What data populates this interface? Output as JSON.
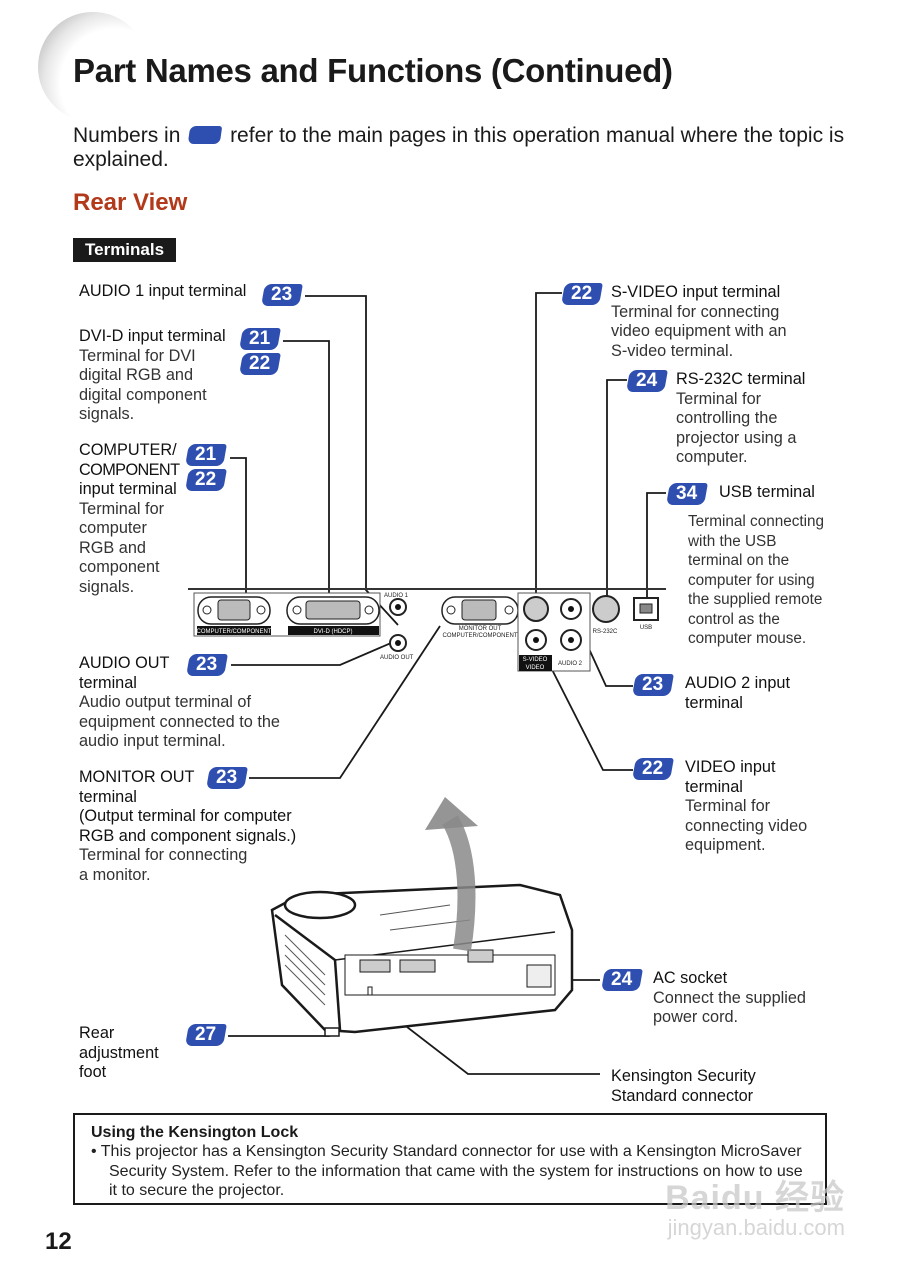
{
  "header": {
    "title": "Part Names and Functions (Continued)",
    "intro_before": "Numbers in",
    "intro_after": "refer to the main pages in this operation manual where the topic is explained."
  },
  "section": {
    "title": "Rear View",
    "subsection": "Terminals"
  },
  "colors": {
    "badge": "#2f4fb0",
    "section_title": "#b23a1a"
  },
  "labels": {
    "audio1": {
      "title": "AUDIO 1 input terminal",
      "pages": [
        "23"
      ]
    },
    "dvi": {
      "title": "DVI-D input terminal",
      "desc": [
        "Terminal for DVI",
        "digital RGB and",
        "digital component",
        "signals."
      ],
      "pages": [
        "21",
        "22"
      ]
    },
    "computer": {
      "title": [
        "COMPUTER/",
        "COMPONENT",
        "input terminal"
      ],
      "desc": [
        "Terminal for",
        "computer",
        "RGB and",
        "component",
        "signals."
      ],
      "pages": [
        "21",
        "22"
      ]
    },
    "audio_out": {
      "title": [
        "AUDIO OUT",
        "terminal"
      ],
      "desc": [
        "Audio output terminal of",
        "equipment connected to the",
        "audio input terminal."
      ],
      "pages": [
        "23"
      ]
    },
    "monitor_out": {
      "title": [
        "MONITOR OUT",
        "terminal",
        "(Output terminal for computer",
        "RGB and component signals.)"
      ],
      "desc": [
        "Terminal for connecting",
        "a monitor."
      ],
      "pages": [
        "23"
      ]
    },
    "svideo": {
      "title": "S-VIDEO input terminal",
      "desc": [
        "Terminal for connecting",
        "video equipment with an",
        "S-video terminal."
      ],
      "pages": [
        "22"
      ]
    },
    "rs232c": {
      "title": "RS-232C terminal",
      "desc": [
        "Terminal for",
        "controlling the",
        "projector using a",
        "computer."
      ],
      "pages": [
        "24"
      ]
    },
    "usb": {
      "title": "USB terminal",
      "desc": [
        "Terminal connecting",
        "with the USB",
        "terminal on the",
        "computer for using",
        "the supplied remote",
        "control as the",
        "computer mouse."
      ],
      "pages": [
        "34"
      ]
    },
    "audio2": {
      "title": [
        "AUDIO 2 input",
        "terminal"
      ],
      "pages": [
        "23"
      ]
    },
    "video": {
      "title": [
        "VIDEO input",
        "terminal"
      ],
      "desc": [
        "Terminal for",
        "connecting video",
        "equipment."
      ],
      "pages": [
        "22"
      ]
    },
    "ac": {
      "title": "AC socket",
      "desc": [
        "Connect the supplied",
        "power cord."
      ],
      "pages": [
        "24"
      ]
    },
    "foot": {
      "title": [
        "Rear",
        "adjustment",
        "foot"
      ],
      "pages": [
        "27"
      ]
    },
    "kensington": {
      "title": [
        "Kensington Security",
        "Standard connector"
      ]
    }
  },
  "panel": {
    "computer_component": "COMPUTER/COMPONENT",
    "dvi_hdcp": "DVI-D (HDCP)",
    "audio1": "AUDIO 1",
    "audio_out": "AUDIO OUT",
    "monitor_out_1": "MONITOR OUT",
    "monitor_out_2": "COMPUTER/COMPONENT",
    "svideo": "S-VIDEO",
    "video": "VIDEO",
    "audio2": "AUDIO 2",
    "rs232c": "RS-232C",
    "usb": "USB"
  },
  "note": {
    "title": "Using the Kensington Lock",
    "body": "This projector has a Kensington Security Standard connector for use with a Kensington MicroSaver Security System. Refer to the information that came with the system for instructions on how to use it to secure the projector."
  },
  "footer": {
    "page_number": "12",
    "watermark_1": "Baidu 经验",
    "watermark_2": "jingyan.baidu.com"
  }
}
